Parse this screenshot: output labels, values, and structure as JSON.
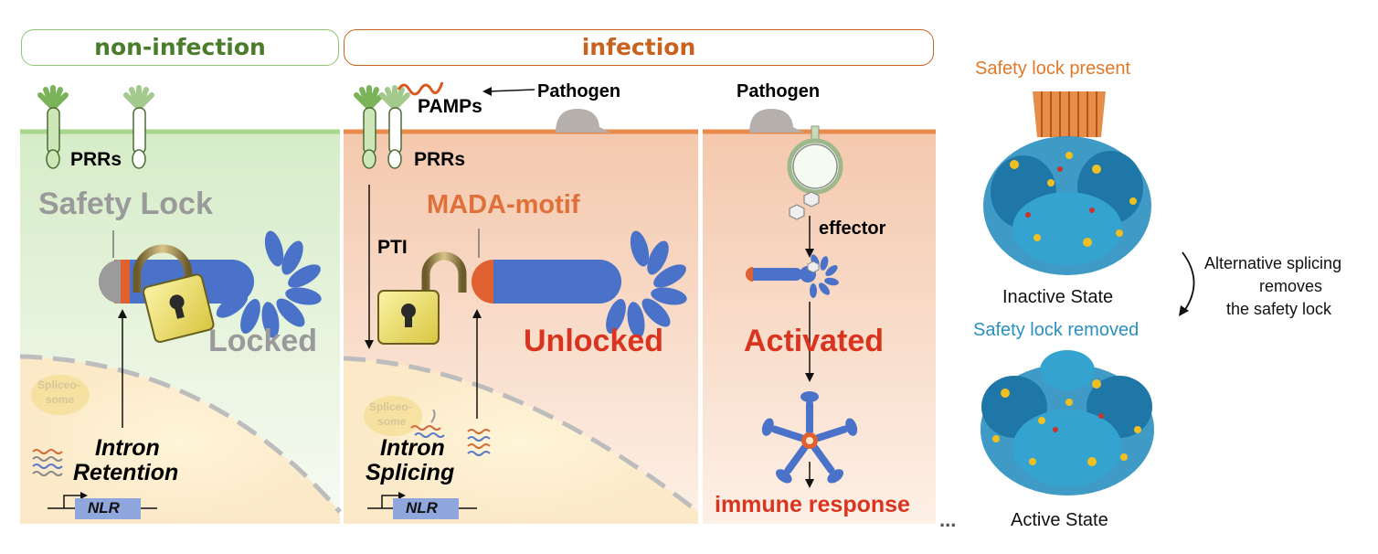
{
  "headers": {
    "non_infection": "non-infection",
    "infection": "infection"
  },
  "panel1": {
    "prrs": "PRRs",
    "safety_lock": "Safety Lock",
    "locked": "Locked",
    "spliceosome": [
      "Spliceo-",
      "some"
    ],
    "intron_line1": "Intron",
    "intron_line2": "Retention",
    "gene": "NLR"
  },
  "panel2": {
    "pamps": "PAMPs",
    "pathogen": "Pathogen",
    "prrs": "PRRs",
    "mada": "MADA-motif",
    "pti": "PTI",
    "unlocked": "Unlocked",
    "spliceosome": [
      "Spliceo-",
      "some"
    ],
    "intron_line1": "Intron",
    "intron_line2": "Splicing",
    "gene": "NLR"
  },
  "panel3": {
    "pathogen": "Pathogen",
    "effector": "effector",
    "activated": "Activated",
    "immune_response": "immune response"
  },
  "ellipsis": "...",
  "structure_panel": {
    "safety_lock_present": "Safety lock present",
    "inactive_state": "Inactive State",
    "safety_lock_removed": "Safety lock removed",
    "active_state": "Active State",
    "alt_splicing": [
      "Alternative splicing",
      "removes",
      "the safety lock"
    ]
  },
  "colors": {
    "green_header": "#4a7d2b",
    "orange_header": "#c8621e",
    "membrane_green": "#a8d68a",
    "membrane_orange": "#e88a4a",
    "protein_blue": "#4a72c8",
    "motif_orange": "#e06030",
    "lock_yellow": "#f2e36a",
    "activated_red": "#d9341f",
    "mada_orange": "#e0703a",
    "gray_text": "#9a9a9a",
    "gene_box": "#8fa7dd",
    "structure_orange": "#e07a2a",
    "structure_blue": "#2a90c0"
  }
}
